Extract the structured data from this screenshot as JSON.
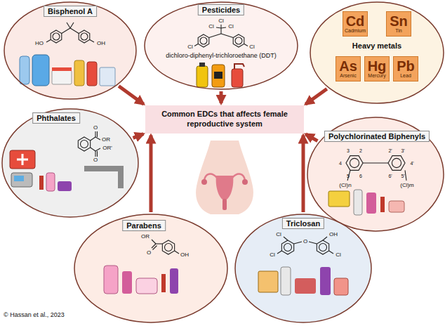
{
  "diagram": {
    "nodes": [
      {
        "text": [
          "Bisphenol A"
        ]
      },
      {
        "text": [
          "Pesticides",
          "dichloro-diphenyl-trichloroethane (DDT)"
        ]
      },
      {
        "text": [
          "Heavy metals"
        ]
      },
      {
        "text": [
          "Cd",
          "Cadmium"
        ],
        "in": 2
      },
      {
        "text": [
          "Sn",
          "Tin"
        ],
        "in": 2
      },
      {
        "text": [
          "As",
          "Arsenic"
        ],
        "in": 2
      },
      {
        "text": [
          "Hg",
          "Mercury"
        ],
        "in": 2
      },
      {
        "text": [
          "Pb",
          "Lead"
        ],
        "in": 2
      },
      {
        "text": [
          "Phthalates"
        ]
      },
      {
        "text": [
          "Common EDCs that affects female reproductive system"
        ]
      },
      {
        "text": [
          "Polychlorinated Biphenyls"
        ]
      },
      {
        "text": [
          "Parabens"
        ]
      },
      {
        "text": [
          "Triclosan"
        ]
      }
    ],
    "edges": [
      {
        "from": 0,
        "to": 9,
        "arrow": "to"
      },
      {
        "from": 1,
        "to": 9,
        "arrow": "to"
      },
      {
        "from": 2,
        "to": 9,
        "arrow": "to"
      },
      {
        "from": 8,
        "to": 9,
        "arrow": "to"
      },
      {
        "from": 10,
        "to": 9,
        "arrow": "to"
      },
      {
        "from": 11,
        "to": 9,
        "arrow": "to"
      },
      {
        "from": 12,
        "to": 9,
        "arrow": "to"
      }
    ],
    "labels": [
      "HO",
      "OH",
      "Cl",
      "Cl",
      "Cl",
      "Cl",
      "Cl",
      "O",
      "OR",
      "O",
      "OR'",
      "2",
      "3",
      "4",
      "5",
      "6",
      "2'",
      "3'",
      "4'",
      "5'",
      "6'",
      "(Cl)n",
      "(Cl)m",
      "O",
      "OR",
      "OH",
      "Cl",
      "OH",
      "O",
      "Cl",
      "Cl",
      "© Hassan et al., 2023"
    ]
  }
}
